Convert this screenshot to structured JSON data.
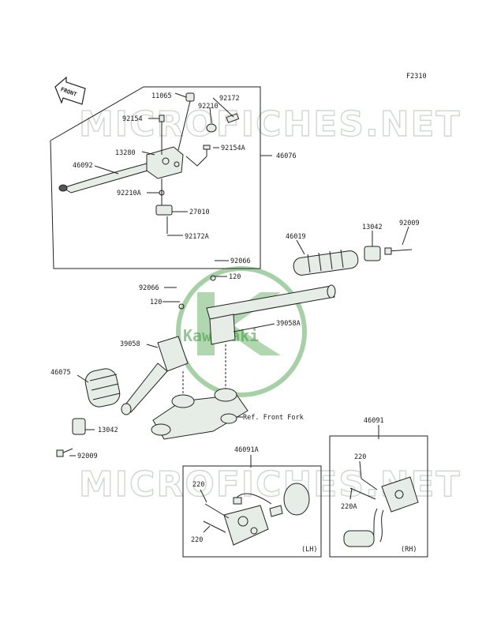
{
  "diagram": {
    "figure_code": "F2310",
    "direction_tag": "FRONT",
    "watermark": "MICROFICHES.NET",
    "brand": "Kawasaki",
    "ref_note": "Ref. Front Fork",
    "lh_tag": "(LH)",
    "rh_tag": "(RH)",
    "colors": {
      "ink": "#222222",
      "accent": "#3a9a3a",
      "watermark": "#cfd8cf"
    },
    "parts": [
      "11065",
      "92172",
      "92210",
      "92154",
      "13280",
      "92154A",
      "46076",
      "46092",
      "92210A",
      "27010",
      "92172A",
      "46019",
      "13042",
      "92009",
      "92066",
      "120",
      "92066",
      "120",
      "39058A",
      "39058",
      "46075",
      "13042",
      "92009",
      "46091",
      "46091A",
      "220",
      "220",
      "220",
      "220A"
    ]
  }
}
